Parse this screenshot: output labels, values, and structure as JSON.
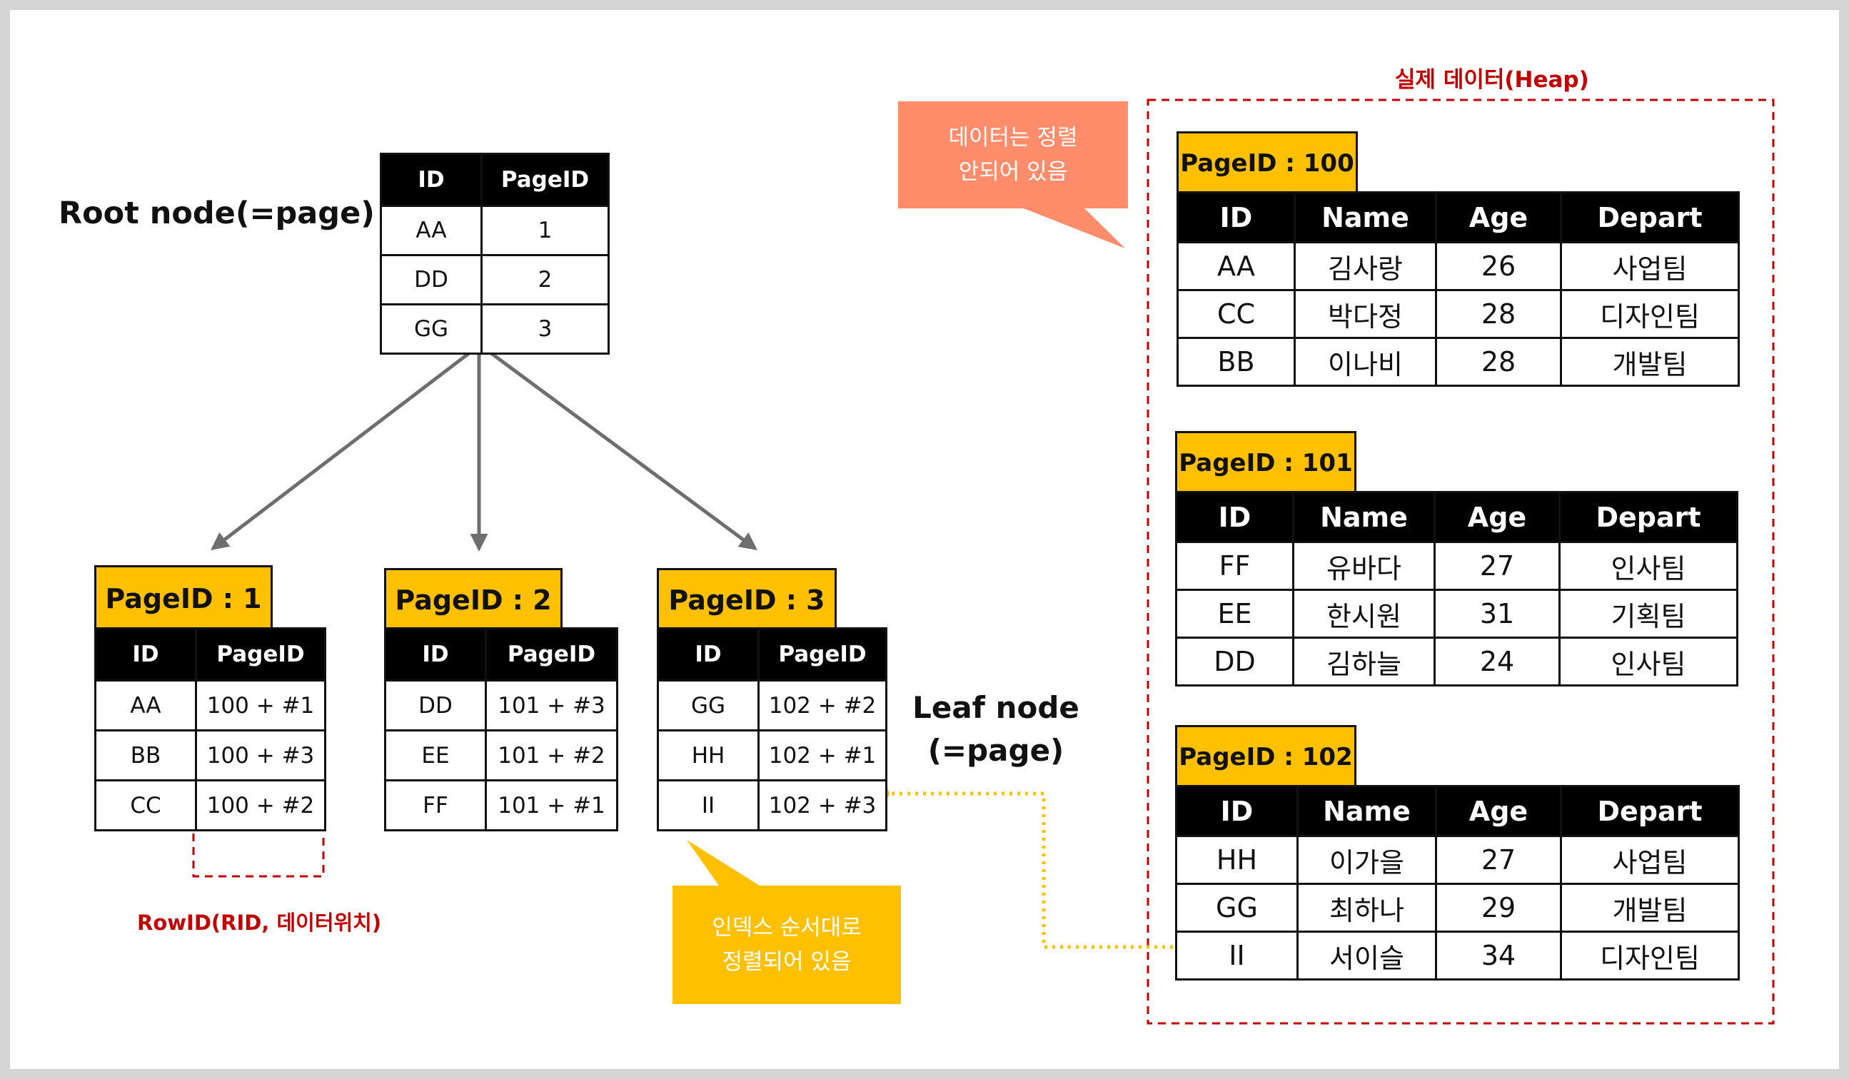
{
  "root_node": {
    "label": "Root node(=page)",
    "headers": [
      "ID",
      "PageID"
    ],
    "rows": [
      [
        "AA",
        "1"
      ],
      [
        "DD",
        "2"
      ],
      [
        "GG",
        "3"
      ]
    ]
  },
  "leaf_label": {
    "line1": "Leaf node",
    "line2": "(=page)"
  },
  "leaf_pages": [
    {
      "tag": "PageID : 1",
      "headers": [
        "ID",
        "PageID"
      ],
      "rows": [
        [
          "AA",
          "100 + #1"
        ],
        [
          "BB",
          "100 + #3"
        ],
        [
          "CC",
          "100 + #2"
        ]
      ]
    },
    {
      "tag": "PageID : 2",
      "headers": [
        "ID",
        "PageID"
      ],
      "rows": [
        [
          "DD",
          "101 + #3"
        ],
        [
          "EE",
          "101 + #2"
        ],
        [
          "FF",
          "101 + #1"
        ]
      ]
    },
    {
      "tag": "PageID : 3",
      "headers": [
        "ID",
        "PageID"
      ],
      "rows": [
        [
          "GG",
          "102 + #2"
        ],
        [
          "HH",
          "102 + #1"
        ],
        [
          "II",
          "102 + #3"
        ]
      ]
    }
  ],
  "rowid_label": "RowID(RID, 데이터위치)",
  "sorted_callout": {
    "line1": "인덱스 순서대로",
    "line2": "정렬되어 있음"
  },
  "heap": {
    "title": "실제 데이터(Heap)",
    "headers": [
      "ID",
      "Name",
      "Age",
      "Depart"
    ],
    "pages": [
      {
        "tag": "PageID : 100",
        "rows": [
          [
            "AA",
            "김사랑",
            "26",
            "사업팀"
          ],
          [
            "CC",
            "박다정",
            "28",
            "디자인팀"
          ],
          [
            "BB",
            "이나비",
            "28",
            "개발팀"
          ]
        ]
      },
      {
        "tag": "PageID : 101",
        "rows": [
          [
            "FF",
            "유바다",
            "27",
            "인사팀"
          ],
          [
            "EE",
            "한시원",
            "31",
            "기획팀"
          ],
          [
            "DD",
            "김하늘",
            "24",
            "인사팀"
          ]
        ]
      },
      {
        "tag": "PageID : 102",
        "rows": [
          [
            "HH",
            "이가을",
            "27",
            "사업팀"
          ],
          [
            "GG",
            "최하나",
            "29",
            "개발팀"
          ],
          [
            "II",
            "서이슬",
            "34",
            "디자인팀"
          ]
        ]
      }
    ]
  },
  "unsorted_callout": {
    "line1": "데이터는 정렬",
    "line2": "안되어 있음"
  },
  "colors": {
    "page_tag": "#ffc000",
    "header_bg": "#000000",
    "arrow": "#6e6e6e",
    "dashed_red": "#c00000",
    "dotted_link": "#ffc000",
    "sorted_callout": "#ffc000",
    "unsorted_callout": "#ff8c6a"
  }
}
